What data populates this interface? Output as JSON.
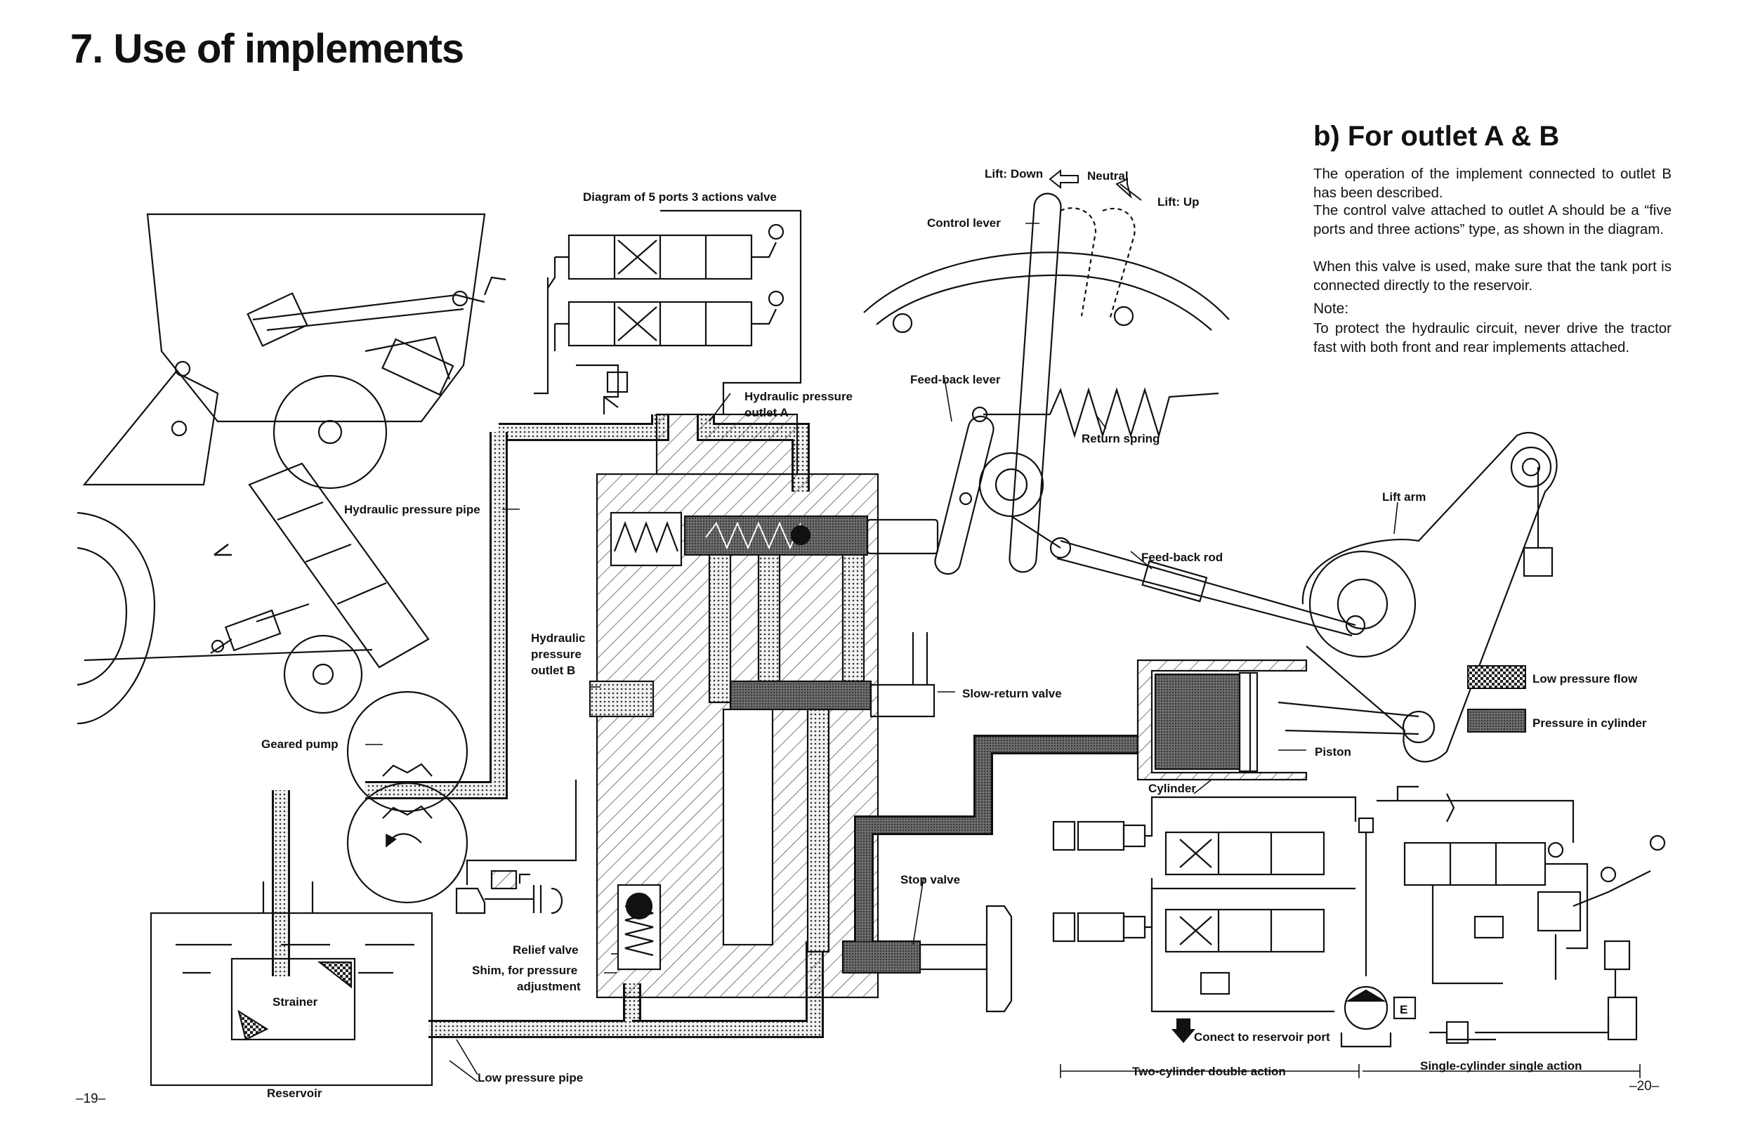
{
  "page": {
    "title": "7. Use of implements",
    "left_page_number": "–19–",
    "right_page_number": "–20–"
  },
  "section": {
    "heading": "b) For outlet A & B",
    "paragraph_1": "The operation of the implement connected to outlet B has been described.",
    "paragraph_2": "The control valve attached to outlet A should be a “five ports and three actions” type, as shown in the diagram.",
    "paragraph_3": "When this valve is used, make sure that the tank port is connected directly to the reservoir.",
    "note_label": "Note:",
    "note_text": "To protect the hydraulic circuit, never drive the tractor fast with both front and rear implements attached."
  },
  "labels": {
    "valve_diagram": "Diagram of 5 ports 3 actions valve",
    "outlet_a_1": "Hydraulic pressure",
    "outlet_a_2": "outlet A",
    "pressure_pipe": "Hydraulic pressure pipe",
    "outlet_b_1": "Hydraulic",
    "outlet_b_2": "pressure",
    "outlet_b_3": "outlet B",
    "geared_pump": "Geared pump",
    "strainer": "Strainer",
    "reservoir": "Reservoir",
    "low_pressure_pipe": "Low pressure pipe",
    "relief_valve": "Relief valve",
    "shim_1": "Shim, for pressure",
    "shim_2": "adjustment",
    "stop_valve": "Stop valve",
    "slow_return_valve": "Slow-return valve",
    "lift_down": "Lift: Down",
    "neutral": "Neutral",
    "lift_up": "Lift: Up",
    "control_lever": "Control lever",
    "feed_back_lever": "Feed-back lever",
    "return_spring": "Return spring",
    "lift_arm": "Lift arm",
    "feed_back_rod": "Feed-back rod",
    "piston": "Piston",
    "cylinder": "Cylinder",
    "connect_reservoir": "Conect to reservoir port",
    "two_cylinder": "Two-cylinder double action",
    "single_cylinder": "Single-cylinder single action",
    "e_box": "E"
  },
  "legend": [
    {
      "label": "Low pressure flow",
      "color": "#d8d8d8"
    },
    {
      "label": "Pressure in cylinder",
      "color": "#8c8c8c"
    }
  ]
}
